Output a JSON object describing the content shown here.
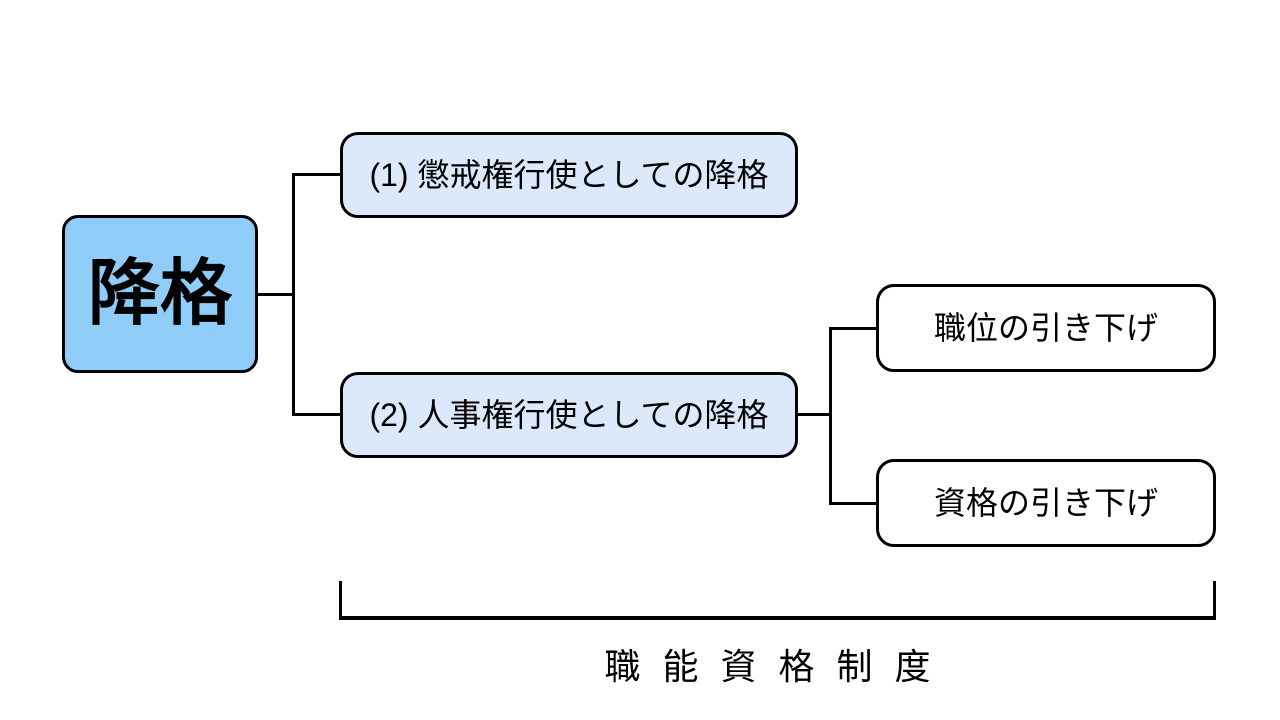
{
  "diagram": {
    "root_label": "降格",
    "branch_1_label": "(1) 懲戒権行使としての降格",
    "branch_2_label": "(2) 人事権行使としての降格",
    "leaf_1_label": "職位の引き下げ",
    "leaf_2_label": "資格の引き下げ",
    "bracket_label": "職能資格制度"
  },
  "colors": {
    "root_box_fill": "#8FCDF8",
    "branch_box_fill": "#DBE9FB",
    "leaf_box_fill": "#FFFFFF",
    "stroke": "#000000",
    "background": "#FFFFFF"
  }
}
